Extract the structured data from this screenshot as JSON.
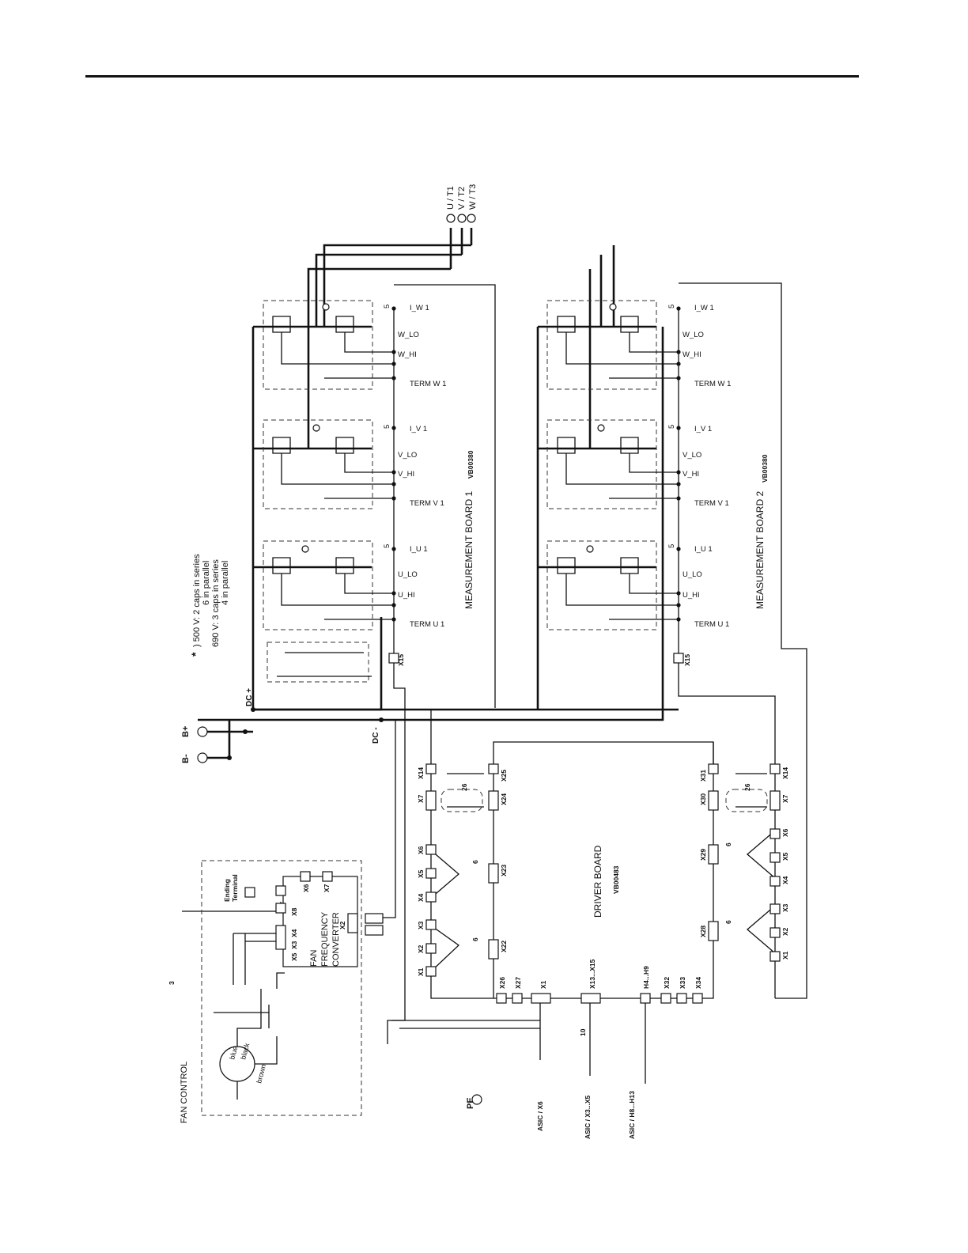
{
  "diagram": {
    "outputs": {
      "u": "U / T1",
      "v": "V / T2",
      "w": "W / T3"
    },
    "dc_labels": {
      "b_plus": "B+",
      "b_minus": "B-",
      "dc_plus": "DC +",
      "dc_minus": "DC -",
      "pe": "PE"
    },
    "note": {
      "star": "*",
      "line1": ") 500 V: 2 caps in series",
      "line2": "6 in parallel",
      "line3": "690 V: 3 caps in series",
      "line4": "4 in parallel"
    },
    "measurement_board_1": {
      "title": "MEASUREMENT BOARD 1",
      "code": "VB00380"
    },
    "measurement_board_2": {
      "title": "MEASUREMENT BOARD 2",
      "code": "VB00380"
    },
    "signals": {
      "i_w": "I_W 1",
      "w_lo": "W_LO",
      "w_hi": "W_HI",
      "term_w": "TERM W 1",
      "i_v": "I_V 1",
      "v_lo": "V_LO",
      "v_hi": "V_HI",
      "term_v": "TERM V 1",
      "i_u": "I_U 1",
      "u_lo": "U_LO",
      "u_hi": "U_HI",
      "term_u": "TERM U 1",
      "bus_count": "5"
    },
    "driver_board": {
      "title": "DRIVER BOARD",
      "code": "VB00483"
    },
    "connectors_board1_side": {
      "x14": "X14",
      "x7": "X7",
      "x6": "X6",
      "x5": "X5",
      "x4": "X4",
      "x3": "X3",
      "x2": "X2",
      "x1": "X1",
      "x15": "X15"
    },
    "connectors_driver_left": {
      "x25": "X25",
      "x24": "X24",
      "x23": "X23",
      "x22": "X22",
      "x26": "X26",
      "x27": "X27",
      "x1": "X1",
      "x13_x15": "X13...X15",
      "h4_h9": "H4...H9",
      "x32": "X32",
      "x33": "X33",
      "x34": "X34"
    },
    "connectors_driver_right": {
      "x31": "X31",
      "x30": "X30",
      "x29": "X29",
      "x28": "X28"
    },
    "connectors_board2_side": {
      "x14": "X14",
      "x7": "X7",
      "x6": "X6",
      "x5": "X5",
      "x4": "X4",
      "x3": "X3",
      "x2": "X2",
      "x1": "X1",
      "x15": "X15"
    },
    "bus_labels": {
      "flat26a": "26",
      "flat26b": "26",
      "six_a": "6",
      "six_b": "6",
      "six_c": "6",
      "six_d": "6",
      "ten": "10",
      "three": "3"
    },
    "asic": {
      "a1": "ASIC / X6",
      "a2": "ASIC / X3...X5",
      "a3": "ASIC / H8...H13"
    },
    "fan": {
      "control": "FAN CONTROL",
      "converter_line1": "FAN",
      "converter_line2": "FREQUENCY",
      "converter_line3": "CONVERTER",
      "x2": "X2",
      "x3": "X3",
      "x4": "X4",
      "x5": "X5",
      "x6": "X6",
      "x7": "X7",
      "x8": "X8",
      "ending1": "Ending",
      "ending2": "Terminal",
      "wire_blue": "blue",
      "wire_black": "black",
      "wire_brown": "brown"
    }
  }
}
